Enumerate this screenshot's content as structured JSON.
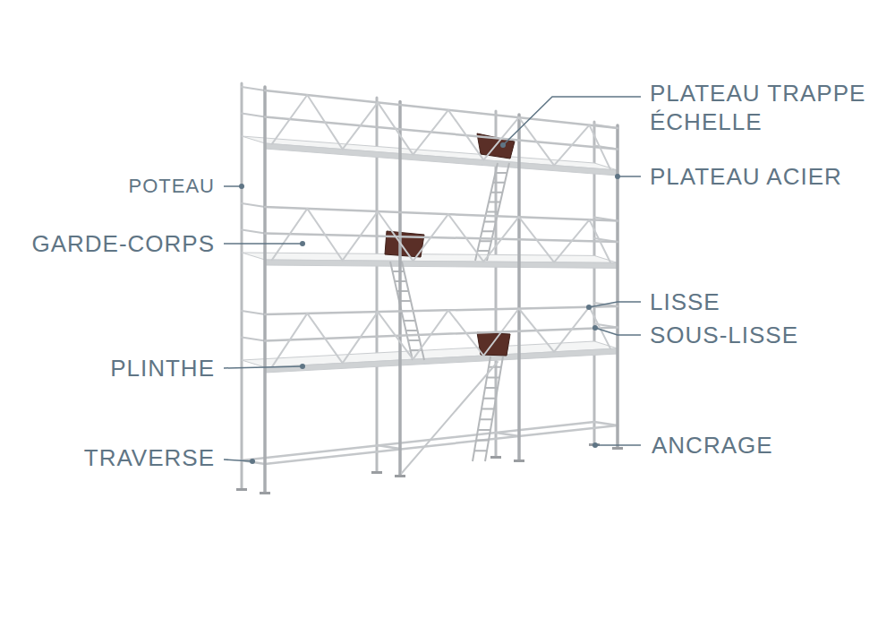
{
  "diagram": {
    "labels": [
      "PLATEAU TRAPPE ÉCHELLE",
      "PLATEAU ACIER",
      "POTEAU",
      "GARDE-CORPS",
      "LISSE",
      "SOUS-LISSE",
      "PLINTHE",
      "ANCRAGE",
      "TRAVERSE"
    ]
  }
}
